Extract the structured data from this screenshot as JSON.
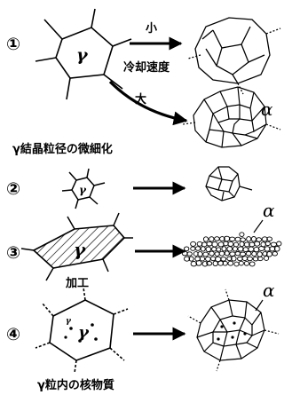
{
  "steps": [
    {
      "number": "①",
      "grain_label": "γ"
    },
    {
      "number": "②",
      "grain_label": "γ"
    },
    {
      "number": "③",
      "grain_label": "γ"
    },
    {
      "number": "④",
      "grain_label": "γ"
    }
  ],
  "labels": {
    "small": "小",
    "large": "大",
    "cooling_rate": "冷却速度",
    "refinement": "γ結晶粒径の微細化",
    "working": "加工",
    "nuclei": "γ粒内の核物質",
    "alpha": "α",
    "gamma_small": "γ"
  }
}
